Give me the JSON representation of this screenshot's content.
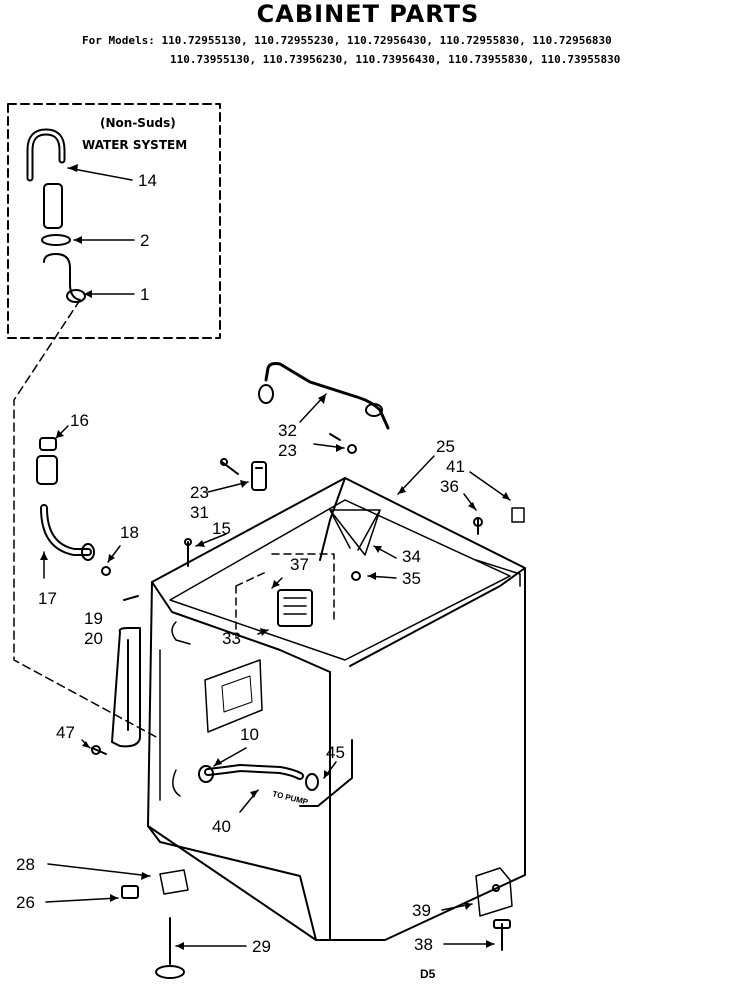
{
  "title": "CABINET PARTS",
  "models": {
    "line1": "For Models: 110.72955130, 110.72955230, 110.72956430, 110.72955830, 110.72956830",
    "line2": "110.73955130, 110.73956230, 110.73956430, 110.73955830, 110.73955830"
  },
  "inset": {
    "line1": "(Non-Suds)",
    "line2": "WATER SYSTEM"
  },
  "hose_text": "TO PUMP",
  "page_code": "D5",
  "callouts": {
    "c14": "14",
    "c2": "2",
    "c1": "1",
    "c16": "16",
    "c18": "18",
    "c17": "17",
    "c19": "19",
    "c20": "20",
    "c15": "15",
    "c23a": "23",
    "c31": "31",
    "c32": "32",
    "c23b": "23",
    "c25": "25",
    "c41": "41",
    "c36": "36",
    "c37": "37",
    "c34": "34",
    "c35": "35",
    "c33": "33",
    "c47": "47",
    "c10": "10",
    "c45": "45",
    "c40": "40",
    "c28": "28",
    "c26": "26",
    "c29": "29",
    "c39": "39",
    "c38": "38"
  }
}
